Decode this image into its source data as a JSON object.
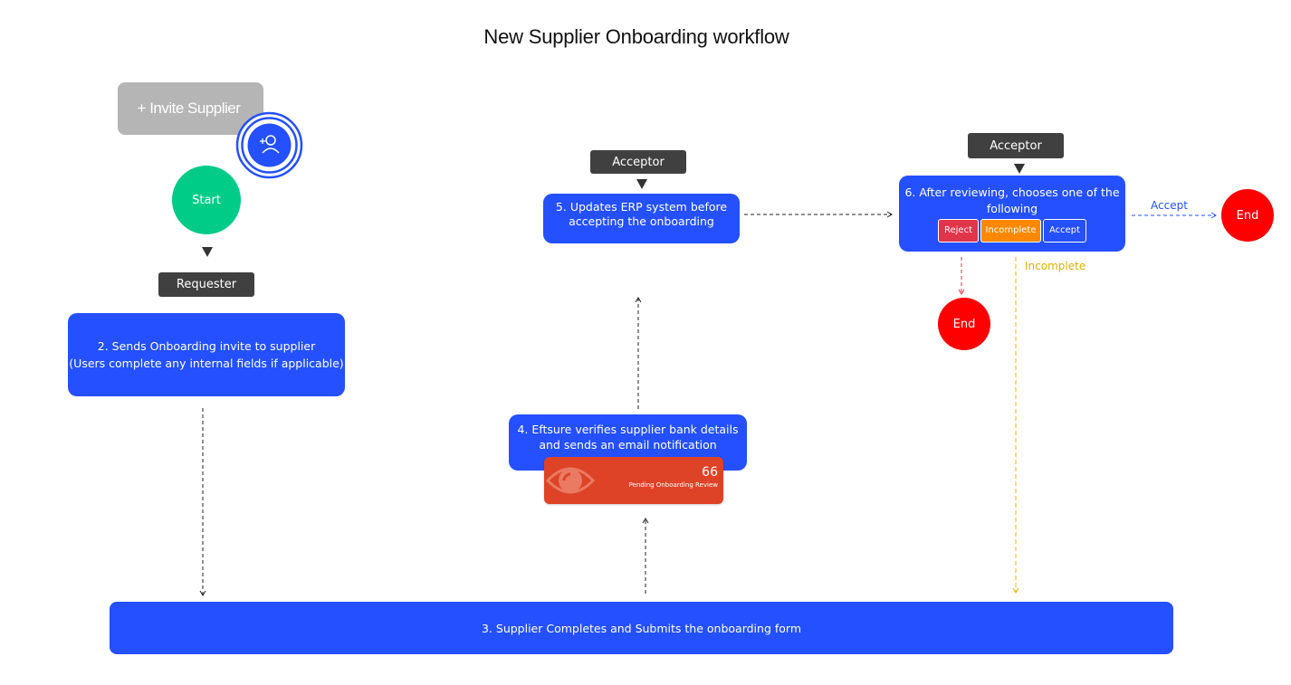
{
  "title": "New Supplier Onboarding workflow",
  "invite_button": {
    "label": "+ Invite Supplier",
    "icon": "add-user-icon"
  },
  "start_node": {
    "label": "Start"
  },
  "roles": {
    "requester": "Requester",
    "acceptor_step5": "Acceptor",
    "acceptor_step6": "Acceptor"
  },
  "steps": {
    "step2": {
      "line1": "2. Sends Onboarding invite to supplier",
      "line2": "(Users complete any internal fields if applicable)"
    },
    "step3": {
      "line1": "3. Supplier Completes and Submits the onboarding form"
    },
    "step4": {
      "line1": "4. Eftsure verifies supplier bank details",
      "line2": "and sends an email notification"
    },
    "step5": {
      "line1": "5. Updates ERP system before",
      "line2": "accepting the onboarding"
    },
    "step6": {
      "line1": "6. After reviewing, chooses one of the",
      "line2": "following",
      "choices": [
        {
          "label": "Reject",
          "color": "#e0354a"
        },
        {
          "label": "Incomplete",
          "color": "#ff8800"
        },
        {
          "label": "Accept",
          "color": "#2450ff"
        }
      ]
    }
  },
  "pending_card": {
    "count": "66",
    "label": "Pending Onboarding Review",
    "icon": "eye-icon"
  },
  "end_nodes": {
    "accept_end": "End",
    "reject_end": "End"
  },
  "flow_labels": {
    "accept": "Accept",
    "incomplete": "Incomplete"
  },
  "colors": {
    "step_blue": "#2450ff",
    "start_green": "#00cc88",
    "end_red": "#ff0000",
    "role_dark": "#404040",
    "accept_line": "#2450ff",
    "reject_line": "#e0354a",
    "incomplete_line": "#f0b400",
    "pending_card": "#de4327"
  }
}
